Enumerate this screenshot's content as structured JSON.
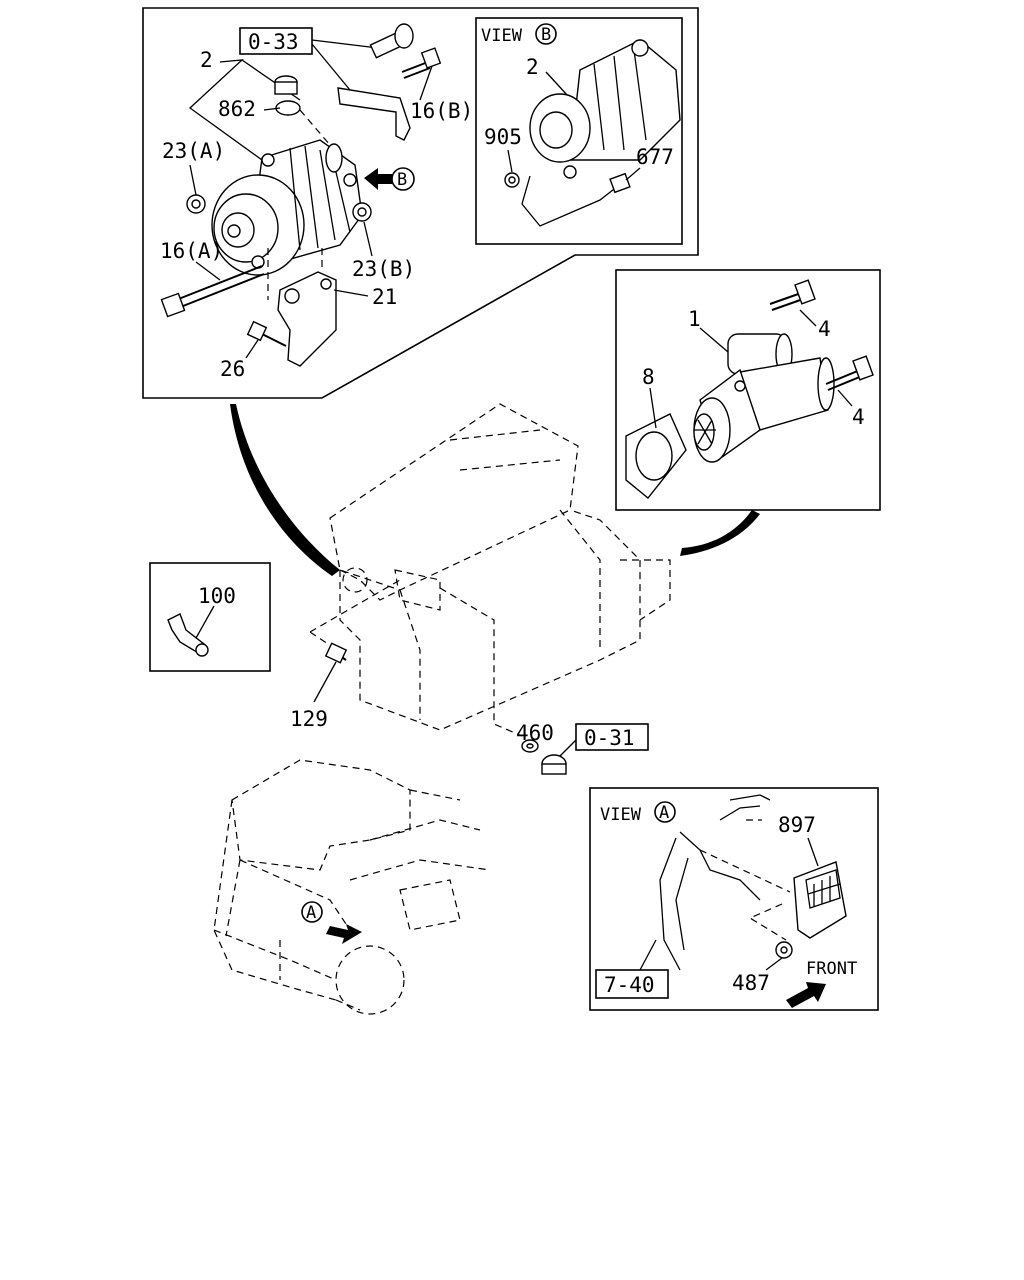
{
  "labels": {
    "ref_0_33": "0-33",
    "ref_0_31": "0-31",
    "ref_7_40": "7-40",
    "alt_2": "2",
    "p862": "862",
    "p16b": "16(B)",
    "p23a": "23(A)",
    "p16a": "16(A)",
    "p23b": "23(B)",
    "p21": "21",
    "p26": "26",
    "arrow_b": "B",
    "view_b_text": "VIEW",
    "view_b_letter": "B",
    "vb_2": "2",
    "p905": "905",
    "p677": "677",
    "p1": "1",
    "p4a": "4",
    "p8": "8",
    "p4b": "4",
    "p100": "100",
    "p129": "129",
    "p460": "460",
    "view_a_text": "VIEW",
    "view_a_letter": "A",
    "p897": "897",
    "p487": "487",
    "front": "FRONT",
    "truck_a": "A"
  }
}
